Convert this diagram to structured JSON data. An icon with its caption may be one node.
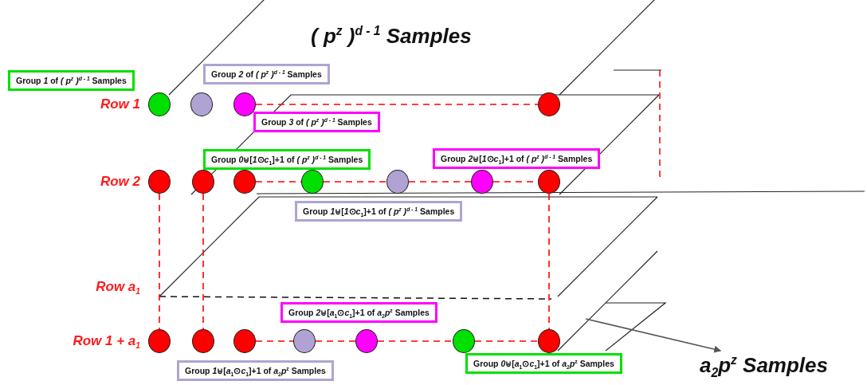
{
  "diagram": {
    "title": "( p$^{z}$ )$^{d - 1}$ Samples",
    "nodes": [
      {
        "text": [
          "Group *1* of *( p$^{z}$ )$^{d - 1}$* Samples"
        ]
      },
      {
        "text": [
          "Group *2* of *( p$^{z}$ )$^{d - 1}$* Samples"
        ]
      },
      {
        "text": [],
        "shape": "circle"
      },
      {
        "text": [],
        "shape": "circle"
      },
      {
        "text": [],
        "shape": "circle"
      },
      {
        "text": [],
        "shape": "circle"
      },
      {
        "text": [
          "Group *3* of *( p$^{z}$ )$^{d - 1}$* Samples"
        ]
      },
      {
        "text": [
          "Group *0*⊎[*1*⊙*c*$_{1}$]+1 of *( p$^{z}$ )$^{d - 1}$* Samples"
        ]
      },
      {
        "text": [
          "Group *2*⊎[*1*⊙*c*$_{1}$]+1 of *( p$^{z}$ )$^{d - 1}$* Samples"
        ]
      },
      {
        "text": [],
        "shape": "circle"
      },
      {
        "text": [],
        "shape": "circle"
      },
      {
        "text": [],
        "shape": "circle"
      },
      {
        "text": [],
        "shape": "circle"
      },
      {
        "text": [],
        "shape": "circle"
      },
      {
        "text": [],
        "shape": "circle"
      },
      {
        "text": [],
        "shape": "circle"
      },
      {
        "text": [
          "Group *1*⊎[*1*⊙*c*$_{1}$]+1 of *( p$^{z}$ )$^{d - 1}$* Samples"
        ]
      },
      {
        "text": [
          "Group *2*⊎[*a*$_{1}$⊙*c*$_{1}$]+1 of *a*$_{2}$*p*$^{z}$ Samples"
        ]
      },
      {
        "text": [],
        "shape": "circle"
      },
      {
        "text": [],
        "shape": "circle"
      },
      {
        "text": [],
        "shape": "circle"
      },
      {
        "text": [],
        "shape": "circle"
      },
      {
        "text": [],
        "shape": "circle"
      },
      {
        "text": [],
        "shape": "circle"
      },
      {
        "text": [],
        "shape": "circle"
      },
      {
        "text": [
          "Group *0*⊎[*a*$_{1}$⊙*c*$_{1}$]+1 of *a*$_{2}$*p*$^{z}$ Samples"
        ]
      },
      {
        "text": [
          "Group *1*⊎[*a*$_{1}$⊙*c*$_{1}$]+1 of *a*$_{2}$*p*$^{z}$ Samples"
        ]
      },
      {
        "text": [
          "a$_{2}$p$^{z}$ Samples"
        ]
      }
    ],
    "edges": [
      {
        "from": 4,
        "to": 5,
        "arrow": "none",
        "style": "dashed"
      },
      {
        "from": 11,
        "to": 12,
        "arrow": "none",
        "style": "dashed"
      },
      {
        "from": 12,
        "to": 13,
        "arrow": "none",
        "style": "dashed"
      },
      {
        "from": 13,
        "to": 14,
        "arrow": "none",
        "style": "dashed"
      },
      {
        "from": 14,
        "to": 15,
        "arrow": "none",
        "style": "dashed"
      },
      {
        "from": 20,
        "to": 21,
        "arrow": "none",
        "style": "dashed"
      },
      {
        "from": 21,
        "to": 22,
        "arrow": "none",
        "style": "dashed"
      },
      {
        "from": 22,
        "to": 23,
        "arrow": "none",
        "style": "dashed"
      },
      {
        "from": 23,
        "to": 24,
        "arrow": "none",
        "style": "dashed"
      },
      {
        "from": 9,
        "to": 18,
        "arrow": "none",
        "style": "dashed"
      },
      {
        "from": 10,
        "to": 19,
        "arrow": "none",
        "style": "dashed"
      },
      {
        "from": 15,
        "to": 24,
        "arrow": "none",
        "style": "dashed"
      },
      {
        "from": null,
        "to": 27,
        "arrow": "to",
        "color": "#555555"
      }
    ],
    "labels": [
      "Row 1",
      "Row 2",
      "Row a$_{1}$",
      "Row 1 + a$_{1}$"
    ]
  }
}
